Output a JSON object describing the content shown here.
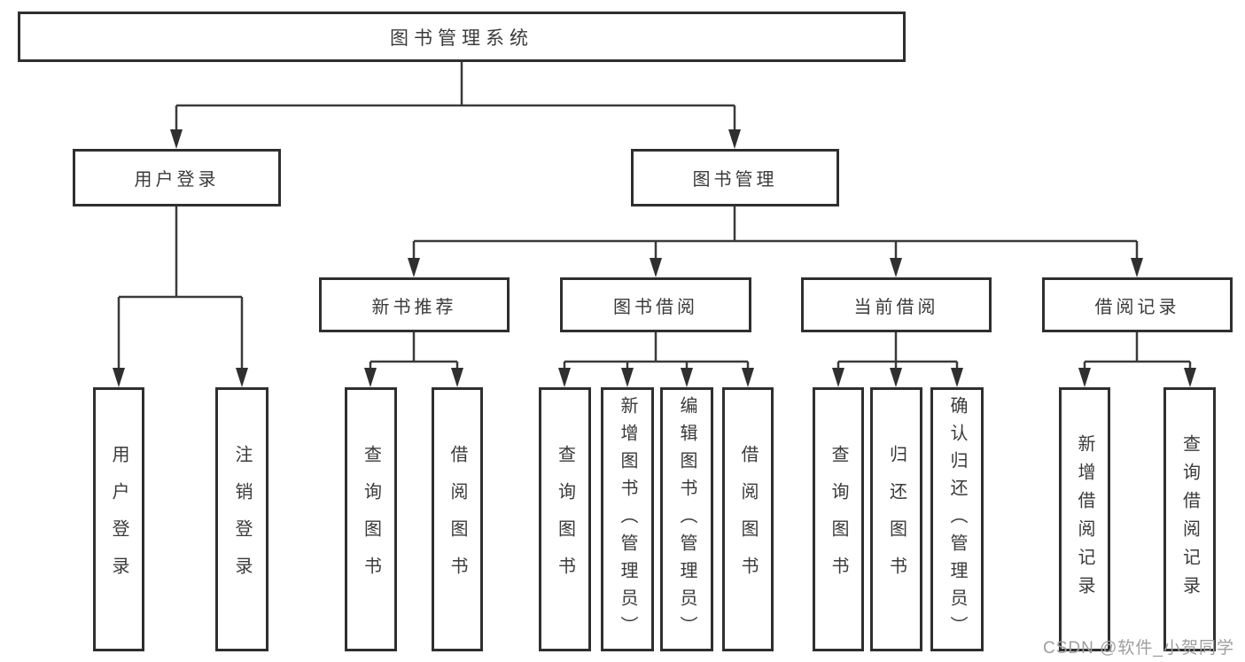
{
  "tree": {
    "label": "图书管理系统",
    "children": [
      {
        "label": "用户登录",
        "children": [
          {
            "label": "用户登录"
          },
          {
            "label": "注销登录"
          }
        ]
      },
      {
        "label": "图书管理",
        "children": [
          {
            "label": "新书推荐",
            "children": [
              {
                "label": "查询图书"
              },
              {
                "label": "借阅图书"
              }
            ]
          },
          {
            "label": "图书借阅",
            "children": [
              {
                "label": "查询图书"
              },
              {
                "label": "新增图书（管理员）"
              },
              {
                "label": "编辑图书（管理员）"
              },
              {
                "label": "借阅图书"
              }
            ]
          },
          {
            "label": "当前借阅",
            "children": [
              {
                "label": "查询图书"
              },
              {
                "label": "归还图书"
              },
              {
                "label": "确认归还（管理员）"
              }
            ]
          },
          {
            "label": "借阅记录",
            "children": [
              {
                "label": "新增借阅记录"
              },
              {
                "label": "查询借阅记录"
              }
            ]
          }
        ]
      }
    ]
  },
  "watermark": "CSDN @软件_小贺同学",
  "colors": {
    "line": "#3a3a3a",
    "box_border": "#2f2f2f",
    "text": "#3a3a3a",
    "watermark_text": "#9e9e9e",
    "background": "#ffffff"
  }
}
